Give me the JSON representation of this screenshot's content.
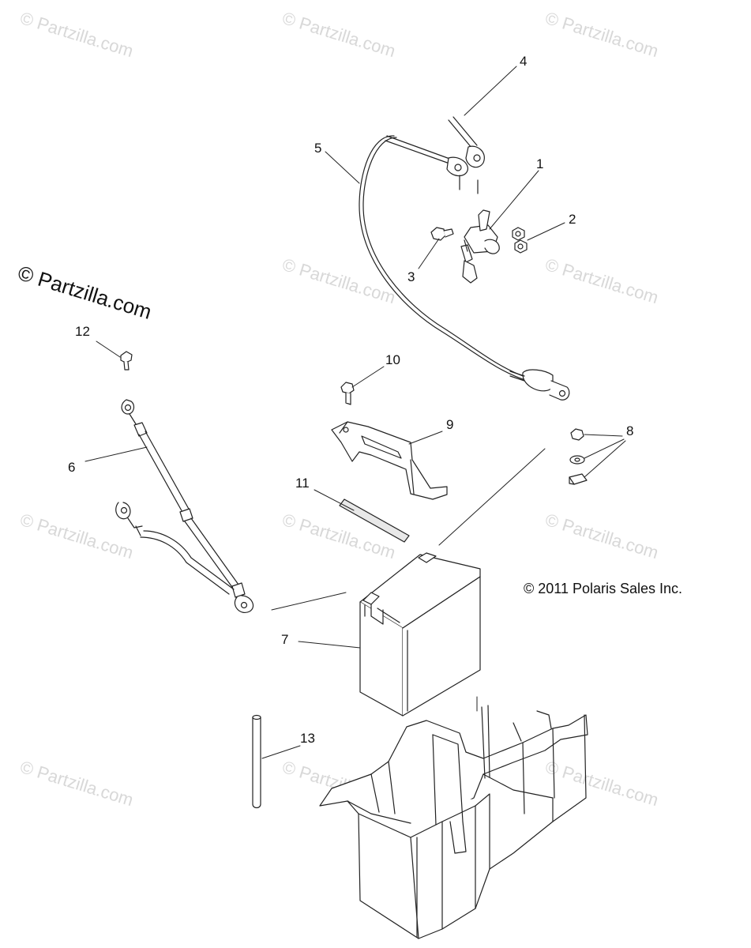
{
  "watermark_text": "© Partzilla.com",
  "brand_text": "© Partzilla.com",
  "copyright_text": "© 2011 Polaris Sales Inc.",
  "callouts": [
    {
      "id": "1",
      "label": "1"
    },
    {
      "id": "2",
      "label": "2"
    },
    {
      "id": "3",
      "label": "3"
    },
    {
      "id": "4",
      "label": "4"
    },
    {
      "id": "5",
      "label": "5"
    },
    {
      "id": "6",
      "label": "6"
    },
    {
      "id": "7",
      "label": "7"
    },
    {
      "id": "8",
      "label": "8"
    },
    {
      "id": "9",
      "label": "9"
    },
    {
      "id": "10",
      "label": "10"
    },
    {
      "id": "11",
      "label": "11"
    },
    {
      "id": "12",
      "label": "12"
    },
    {
      "id": "13",
      "label": "13"
    }
  ],
  "colors": {
    "line": "#222222",
    "watermark": "#d8d8d8",
    "fill": "#ffffff",
    "shade": "#e8e8e8"
  }
}
